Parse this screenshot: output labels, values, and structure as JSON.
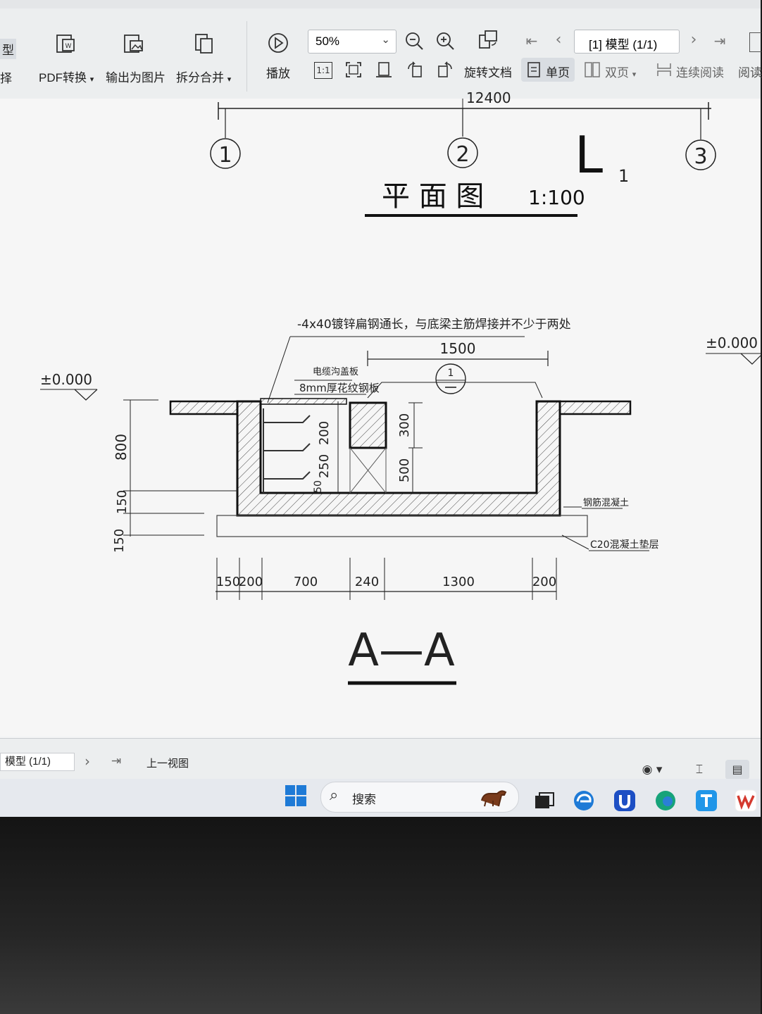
{
  "ribbon": {
    "left_labels": [
      "型",
      "择"
    ],
    "pdf_convert": "PDF转换",
    "export_image": "输出为图片",
    "split_merge": "拆分合并",
    "play": "播放",
    "zoom_value": "50%",
    "rotate_doc": "旋转文档",
    "single_page": "单页",
    "double_page": "双页",
    "continuous_read": "连续阅读",
    "read_mode": "阅读",
    "page_selector": "[1] 模型 (1/1)",
    "one_to_one": "1:1"
  },
  "drawing": {
    "top_dim": "12400",
    "axes": [
      "1",
      "2",
      "3"
    ],
    "section_mark": "L",
    "section_mark_sub": "1",
    "plan_title": "平  面  图",
    "plan_scale": "1:100",
    "steel_note": "-4x40镀锌扁钢通长，与底梁主筋焊接并不少于两处",
    "elev_left": "±0.000",
    "elev_right": "±0.000",
    "dim_1500": "1500",
    "cover_label_1": "电缆沟盖板",
    "cover_label_2": "8mm厚花纹钢板",
    "detail_mark": "1",
    "dim_800": "800",
    "dim_150a": "150",
    "dim_150b": "150",
    "dim_200": "200",
    "dim_250": "250",
    "dim_50": "50",
    "dim_300": "300",
    "dim_500": "500",
    "rc_label": "钢筋混凝土",
    "cushion_label": "C20混凝土垫层",
    "bottom_dims": [
      "150",
      "200",
      "700",
      "240",
      "1300",
      "200"
    ],
    "section_title": "A—A"
  },
  "status": {
    "tab_label": "模型 (1/1)",
    "prev_view": "上一视图"
  },
  "taskbar": {
    "search_placeholder": "搜索"
  },
  "colors": {
    "ink": "#1a1a1a",
    "accent_red": "#d43a2f",
    "win_blue": "#1e7ad6"
  }
}
